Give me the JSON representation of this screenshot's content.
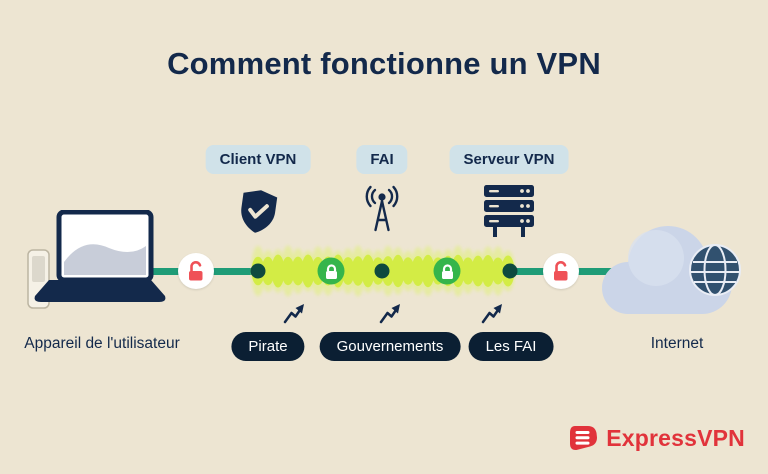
{
  "title": "Comment fonctionne un VPN",
  "nodes": {
    "client_vpn": {
      "label": "Client VPN",
      "icon": "shield-check-icon"
    },
    "fai": {
      "label": "FAI",
      "icon": "antenna-icon"
    },
    "serveur_vpn": {
      "label": "Serveur VPN",
      "icon": "server-icon"
    }
  },
  "threats": [
    {
      "label": "Pirate"
    },
    {
      "label": "Gouvernements"
    },
    {
      "label": "Les FAI"
    }
  ],
  "endpoints": {
    "device": {
      "label": "Appareil de l'utilisateur",
      "icon": "laptop-icon"
    },
    "internet": {
      "label": "Internet",
      "icon": "cloud-globe-icon"
    }
  },
  "tunnel": {
    "closed_locks": 2,
    "open_locks": 2
  },
  "brand": {
    "name": "ExpressVPN",
    "icon": "expressvpn-logo-icon"
  },
  "colors": {
    "background": "#EDE5D2",
    "navy": "#13294B",
    "pill_light_bg": "#D0E2E9",
    "pill_dark_bg": "#0B1F33",
    "line_green": "#1F9C77",
    "tunnel_yellow_green": "#D3EC45",
    "lock_green": "#35B54B",
    "lock_red": "#EF5157",
    "cloud_blue": "#CBD5E8",
    "brand_red": "#E1333B"
  }
}
